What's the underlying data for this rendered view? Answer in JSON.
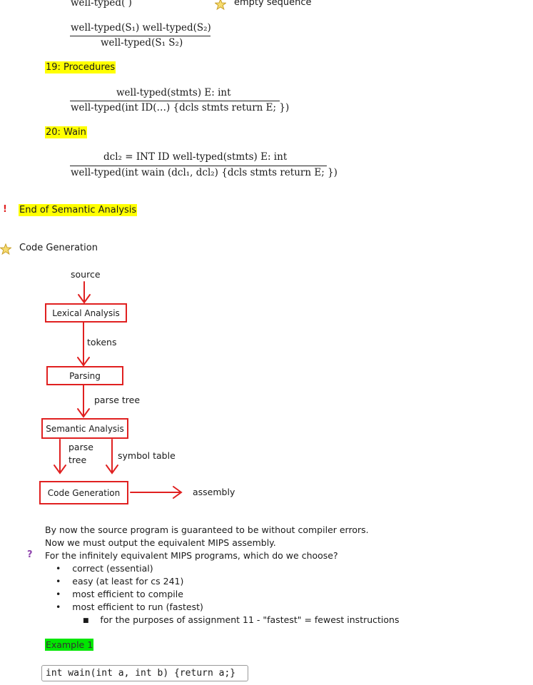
{
  "rules": {
    "empty_seq": {
      "conclusion": "well-typed( )",
      "star_label": "empty sequence"
    },
    "seq": {
      "premise": "well-typed(S₁)   well-typed(S₂)",
      "conclusion": "well-typed(S₁ S₂)"
    },
    "procedures": {
      "heading": "19: Procedures",
      "premise": "well-typed(stmts)    E: int",
      "conclusion": "well-typed(int ID(…) {dcls stmts return E; })"
    },
    "wain": {
      "heading": "20: Wain",
      "premise": "dcl₂ = INT ID   well-typed(stmts)   E: int",
      "conclusion": "well-typed(int wain (dcl₁, dcl₂) {dcls stmts return E; })"
    }
  },
  "end_semantic": "End of Semantic Analysis",
  "codegen_title": "Code Generation",
  "diagram": {
    "source": "source",
    "lexical": "Lexical Analysis",
    "tokens": "tokens",
    "parsing": "Parsing",
    "parse_tree": "parse tree",
    "semantic": "Semantic Analysis",
    "parse_tree_2a": "parse",
    "parse_tree_2b": "tree",
    "symbol_table": "symbol table",
    "codegen": "Code Generation",
    "assembly": "assembly"
  },
  "para": {
    "line1": "By now the source program is guaranteed to be without compiler errors.",
    "line2": "Now we must output the equivalent MIPS assembly.",
    "question": "For the infinitely equivalent MIPS programs, which do we choose?",
    "bullets": [
      "correct (essential)",
      "easy (at least for cs 241)",
      "most efficient to compile",
      "most efficient to run (fastest)"
    ],
    "sub_bullet": "for the purposes of assignment 11 - \"fastest\" = fewest instructions"
  },
  "example_label": "Example 1",
  "code_line": "int wain(int a, int b) {return a;}",
  "colors": {
    "highlight_yellow": "#ffff00",
    "highlight_green": "#00e600",
    "box_red": "#e02020"
  },
  "icons": [
    "star-icon",
    "exclamation-icon",
    "question-icon"
  ]
}
